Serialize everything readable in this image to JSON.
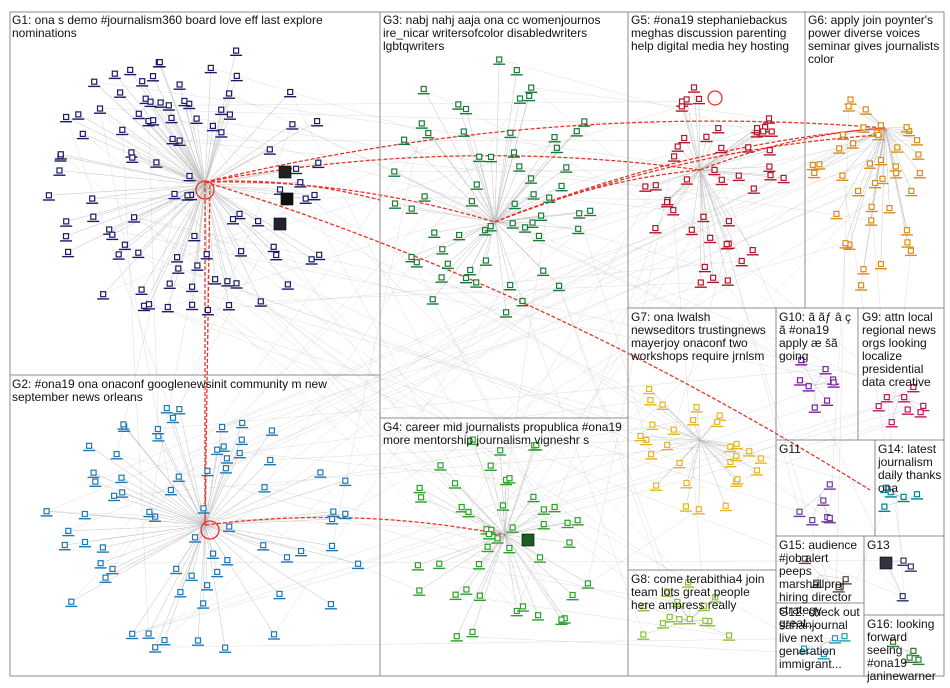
{
  "groups": [
    {
      "id": "G1",
      "label": "G1: ona s demo #journalism360 board love eff last explore nominations",
      "color": "#1a1a66"
    },
    {
      "id": "G2",
      "label": "G2: #ona19 ona onaconf googlenewsinit community m new september news orleans",
      "color": "#1f78b4"
    },
    {
      "id": "G3",
      "label": "G3: nabj nahj aaja ona cc womenjournos ire_nicar writersofcolor disabledwriters lgbtqwriters",
      "color": "#1b7a3a"
    },
    {
      "id": "G4",
      "label": "G4: career mid journalists propublica #ona19 more mentorship journalism vigneshr s",
      "color": "#2ca02c"
    },
    {
      "id": "G5",
      "label": "G5: #ona19 stephaniebackus meghas discussion parenting help digital media hey hosting",
      "color": "#b2182b"
    },
    {
      "id": "G6",
      "label": "G6: apply join poynter's power diverse voices seminar gives journalists color",
      "color": "#d98c1a"
    },
    {
      "id": "G7",
      "label": "G7: ona lwalsh newseditors trustingnews mayerjoy onaconf two workshops require jrnlsm",
      "color": "#e6b422"
    },
    {
      "id": "G8",
      "label": "G8: come terabithia4 join team lots great people here ampress really",
      "color": "#8fbf3a"
    },
    {
      "id": "G9",
      "label": "G9: attn local regional news orgs looking localize presidential data creative",
      "color": "#c2185b"
    },
    {
      "id": "G10",
      "label": "G10: ã ãƒ â ç ã #ona19 apply æ šã going",
      "color": "#7b1fa2"
    },
    {
      "id": "G11",
      "label": "G11",
      "color": "#6a3d9a"
    },
    {
      "id": "G12",
      "label": "G12: check out sahanjournal live next generation immigrant...",
      "color": "#1f9bb4"
    },
    {
      "id": "G13",
      "label": "G13",
      "color": "#333366"
    },
    {
      "id": "G14",
      "label": "G14: latest journalism daily thanks ona",
      "color": "#00838f"
    },
    {
      "id": "G15",
      "label": "G15: audience #job alert peeps marshallproj hiring director strategy great...",
      "color": "#5d4037"
    },
    {
      "id": "G16",
      "label": "G16: looking forward seeing #ona19 janinewarner",
      "color": "#2e7d32"
    }
  ],
  "colors": {
    "edge": "#b9b9b9",
    "highlight_edge": "#e8332a",
    "panel_border": "#8c8c8c"
  }
}
